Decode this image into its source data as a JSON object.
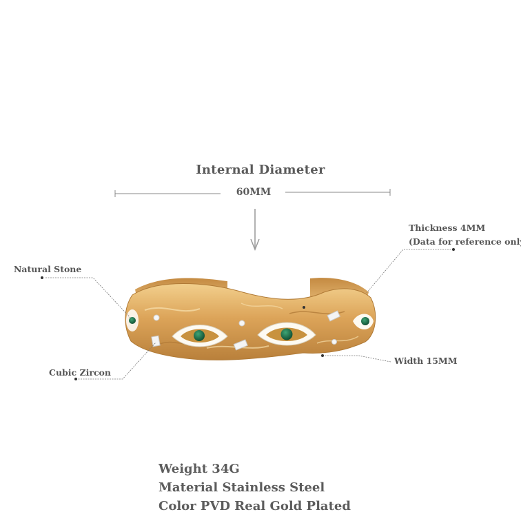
{
  "diameter": {
    "title": "Internal Diameter",
    "value": "60MM"
  },
  "callouts": {
    "natural_stone": "Natural Stone",
    "cubic_zircon": "Cubic Zircon",
    "thickness": "Thickness 4MM",
    "thickness_note": "(Data for reference only)",
    "width": "Width 15MM"
  },
  "specs": {
    "weight": "Weight 34G",
    "material": "Material Stainless Steel",
    "color": "Color PVD Real Gold Plated"
  },
  "colors": {
    "gold": "#d9a257",
    "gold_light": "#f0cf8e",
    "gold_dark": "#b37a34",
    "stone": "#1f6b48",
    "line": "#777777"
  }
}
